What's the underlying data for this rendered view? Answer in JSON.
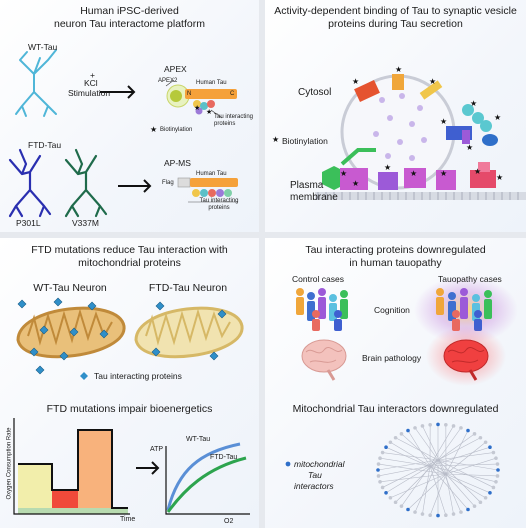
{
  "panel1": {
    "title_line1": "Human iPSC-derived",
    "title_line2": "neuron Tau interactome platform",
    "wt_label": "WT-Tau",
    "kcl_plus": "+",
    "kcl_line1": "KCl",
    "kcl_line2": "Stimulation",
    "apex_title": "APEX",
    "apex2_label": "APEX2",
    "human_tau_label": "Human Tau",
    "n_label": "N",
    "c_label": "C",
    "tip_label_line1": "Tau interacting",
    "tip_label_line2": "proteins",
    "biotinylation_label": "Biotinylation",
    "ftd_label": "FTD-Tau",
    "apms_title": "AP-MS",
    "flag_label": "Flag",
    "human_tau_label2": "Human Tau",
    "tip2_line1": "Tau interacting",
    "tip2_line2": "proteins",
    "p301l": "P301L",
    "v337m": "V337M"
  },
  "panel2": {
    "title_line1": "Activity-dependent binding of Tau to synaptic vesicle",
    "title_line2": "proteins during Tau secretion",
    "cytosol": "Cytosol",
    "biotinylation": "Biotinylation",
    "plasma_line1": "Plasma",
    "plasma_line2": "membrane"
  },
  "panel3": {
    "title_line1": "FTD mutations reduce Tau interaction with",
    "title_line2": "mitochondrial proteins",
    "wt_neuron": "WT-Tau Neuron",
    "ftd_neuron": "FTD-Tau Neuron",
    "legend": "Tau interacting proteins",
    "bio_title": "FTD mutations impair bioenergetics",
    "ocr_axis": "Oxygen Consumption Rate",
    "time_axis": "Time",
    "atp_axis": "ATP",
    "o2_axis": "O2",
    "wt_curve": "WT-Tau",
    "ftd_curve": "FTD-Tau"
  },
  "panel4": {
    "title_line1": "Tau interacting proteins downregulated",
    "title_line2": "in human  tauopathy",
    "control_cases": "Control cases",
    "tauopathy_cases": "Tauopathy cases",
    "cognition": "Cognition",
    "brain_pathology": "Brain pathology",
    "network_title": "Mitochondrial Tau interactors downregulated",
    "net_legend_line1": "mitochondrial",
    "net_legend_line2": "Tau",
    "net_legend_line3": "interactors"
  },
  "colors": {
    "tau_orange": "#f5a13a",
    "diamond_blue": "#2f8fc9",
    "wt_neuron": "#4fb6d8",
    "ftd_p301l": "#2a2fb0",
    "ftd_v337m": "#1f6b4b",
    "wt_curve": "#5a8fd6",
    "ftd_curve": "#2da44e",
    "network_node": "#2f6fc9",
    "brain_pink": "#f3b8b5",
    "brain_red": "#f04040"
  }
}
